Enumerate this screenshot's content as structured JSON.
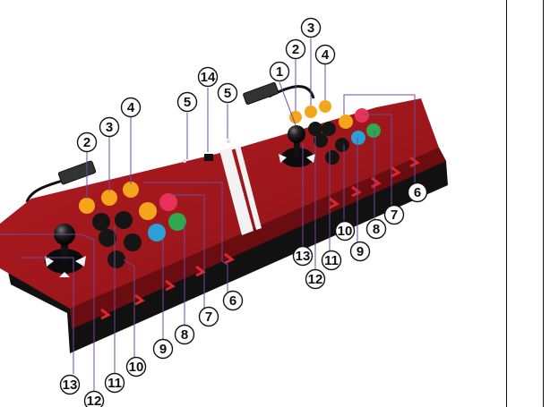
{
  "callouts": [
    {
      "id": "c2a",
      "label": "2"
    },
    {
      "id": "c3a",
      "label": "3"
    },
    {
      "id": "c4a",
      "label": "4"
    },
    {
      "id": "c5a",
      "label": "5"
    },
    {
      "id": "c14",
      "label": "14"
    },
    {
      "id": "c5b",
      "label": "5"
    },
    {
      "id": "c1",
      "label": "1"
    },
    {
      "id": "c2b",
      "label": "2"
    },
    {
      "id": "c3b",
      "label": "3"
    },
    {
      "id": "c4b",
      "label": "4"
    },
    {
      "id": "c6a",
      "label": "6"
    },
    {
      "id": "c7a",
      "label": "7"
    },
    {
      "id": "c8a",
      "label": "8"
    },
    {
      "id": "c9a",
      "label": "9"
    },
    {
      "id": "c10a",
      "label": "10"
    },
    {
      "id": "c11a",
      "label": "11"
    },
    {
      "id": "c12a",
      "label": "12"
    },
    {
      "id": "c13a",
      "label": "13"
    },
    {
      "id": "c6b",
      "label": "6"
    },
    {
      "id": "c7b",
      "label": "7"
    },
    {
      "id": "c8b",
      "label": "8"
    },
    {
      "id": "c9b",
      "label": "9"
    },
    {
      "id": "c10b",
      "label": "10"
    },
    {
      "id": "c11b",
      "label": "11"
    },
    {
      "id": "c12b",
      "label": "12"
    },
    {
      "id": "c13b",
      "label": "13"
    }
  ],
  "colors": {
    "panel_red": "#a0161b",
    "panel_dark_red": "#6b0c10",
    "stripe_white": "#f2f2f2",
    "body_black": "#111111",
    "button_orange": "#f5a51a",
    "button_black": "#151515",
    "button_blue": "#2a9fd8",
    "button_green": "#2fa84f",
    "button_pink": "#e8325a",
    "arrow_red": "#e0252b",
    "leader_line": "#6a4c9c"
  }
}
